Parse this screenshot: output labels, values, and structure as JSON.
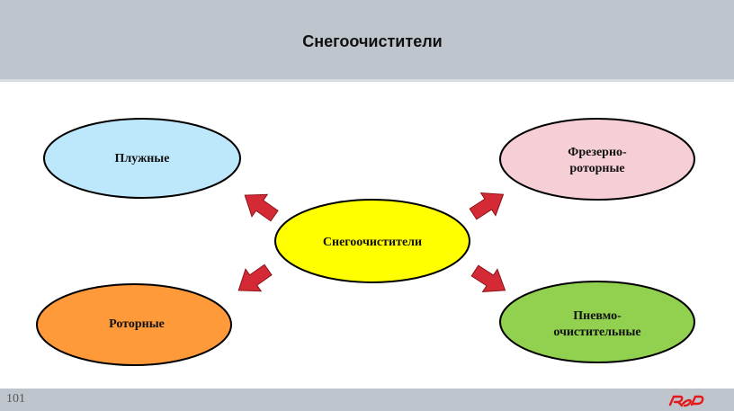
{
  "header": {
    "title": "Снегоочистители"
  },
  "footer": {
    "page_number": "101",
    "logo": "rzd-logo"
  },
  "diagram": {
    "center": {
      "label": "Снегоочистители",
      "color": "#ffff00"
    },
    "nodes": [
      {
        "id": "plow",
        "label": "Плужные",
        "color": "#bde7fb"
      },
      {
        "id": "milling",
        "label": "Фрезерно-\nроторные",
        "color": "#f6cfd6"
      },
      {
        "id": "rotary",
        "label": "Роторные",
        "color": "#ff9a3a"
      },
      {
        "id": "pneumo",
        "label": "Пневмо-\nочистительные",
        "color": "#92d050"
      }
    ],
    "arrow_color": "#d42a35"
  }
}
